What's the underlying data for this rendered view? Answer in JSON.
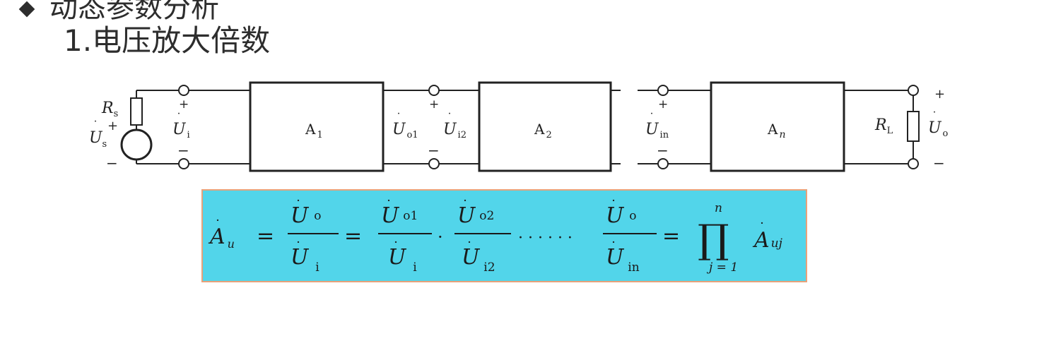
{
  "heading": {
    "text": "动态参数分析"
  },
  "subheading": {
    "text": "1.电压放大倍数"
  },
  "circuit": {
    "blocks": [
      {
        "label": "A",
        "sub": "1"
      },
      {
        "label": "A",
        "sub": "2"
      },
      {
        "label": "A",
        "sub": "n"
      }
    ],
    "source": {
      "resistor": "R",
      "resistor_sub": "s",
      "voltage": "U",
      "voltage_sub": "s"
    },
    "load": {
      "resistor": "R",
      "resistor_sub": "L"
    },
    "voltages": {
      "ui": {
        "main": "U",
        "sub": "i"
      },
      "uo1": {
        "main": "U",
        "sub": "o1"
      },
      "ui2": {
        "main": "U",
        "sub": "i2"
      },
      "uin": {
        "main": "U",
        "sub": "in"
      },
      "uo": {
        "main": "U",
        "sub": "o"
      }
    },
    "polarity": {
      "plus": "+",
      "minus": "−"
    }
  },
  "formula": {
    "gain": {
      "main": "A",
      "sub": "u"
    },
    "eq": "=",
    "frac1": {
      "num_sub": "o",
      "den_sub": "i"
    },
    "frac2": {
      "num_sub": "o1",
      "den_sub": "i"
    },
    "frac3": {
      "num_sub": "o2",
      "den_sub": "i2"
    },
    "frac4": {
      "num_sub": "o",
      "den_sub": "in"
    },
    "var": "U",
    "dot": "·",
    "ellipsis": "· · · · · ·",
    "product": {
      "symbol": "∏",
      "upper": "n",
      "lower": "j = 1"
    },
    "term": {
      "main": "A",
      "sub": "uj"
    }
  },
  "colors": {
    "box_fill": "#52d5ea",
    "box_border": "#e8a27a",
    "line": "#222222"
  }
}
